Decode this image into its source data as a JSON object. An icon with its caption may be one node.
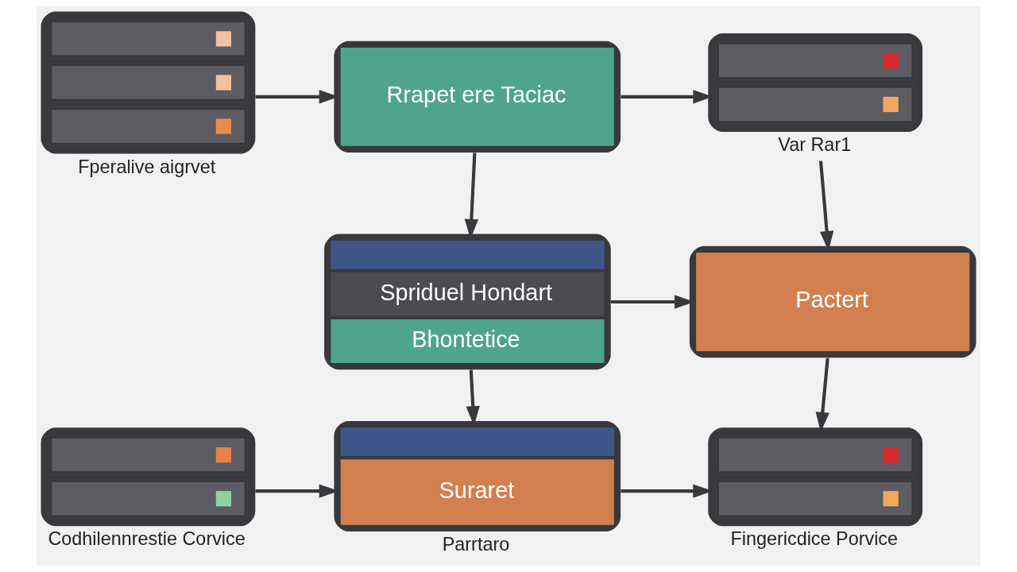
{
  "diagram": {
    "nodes": [
      {
        "text": [
          "Fperalive aigrvet"
        ]
      },
      {
        "text": [
          "Rrapet ere Taciac"
        ]
      },
      {
        "text": [
          "Var Rar1"
        ]
      },
      {
        "text": [
          "Spriduel Hondart",
          "Bhontetice"
        ]
      },
      {
        "text": [
          "Pactert"
        ]
      },
      {
        "text": [
          "Codhilennrestie Corvice"
        ]
      },
      {
        "text": [
          "Suraret"
        ],
        "beside": [
          "Parrtaro"
        ]
      },
      {
        "text": [
          "Fingericdice Porvice"
        ]
      }
    ],
    "edges": [
      {
        "from": 0,
        "to": 1,
        "arrow": "to"
      },
      {
        "from": 1,
        "to": 2,
        "arrow": "to"
      },
      {
        "from": 1,
        "to": 3,
        "arrow": "to"
      },
      {
        "from": 2,
        "to": 4,
        "arrow": "to"
      },
      {
        "from": 3,
        "to": 4,
        "arrow": "to"
      },
      {
        "from": 3,
        "to": 6,
        "arrow": "to"
      },
      {
        "from": 4,
        "to": 7,
        "arrow": "to"
      },
      {
        "from": 5,
        "to": 6,
        "arrow": "to"
      },
      {
        "from": 6,
        "to": 7,
        "arrow": "to"
      }
    ]
  }
}
